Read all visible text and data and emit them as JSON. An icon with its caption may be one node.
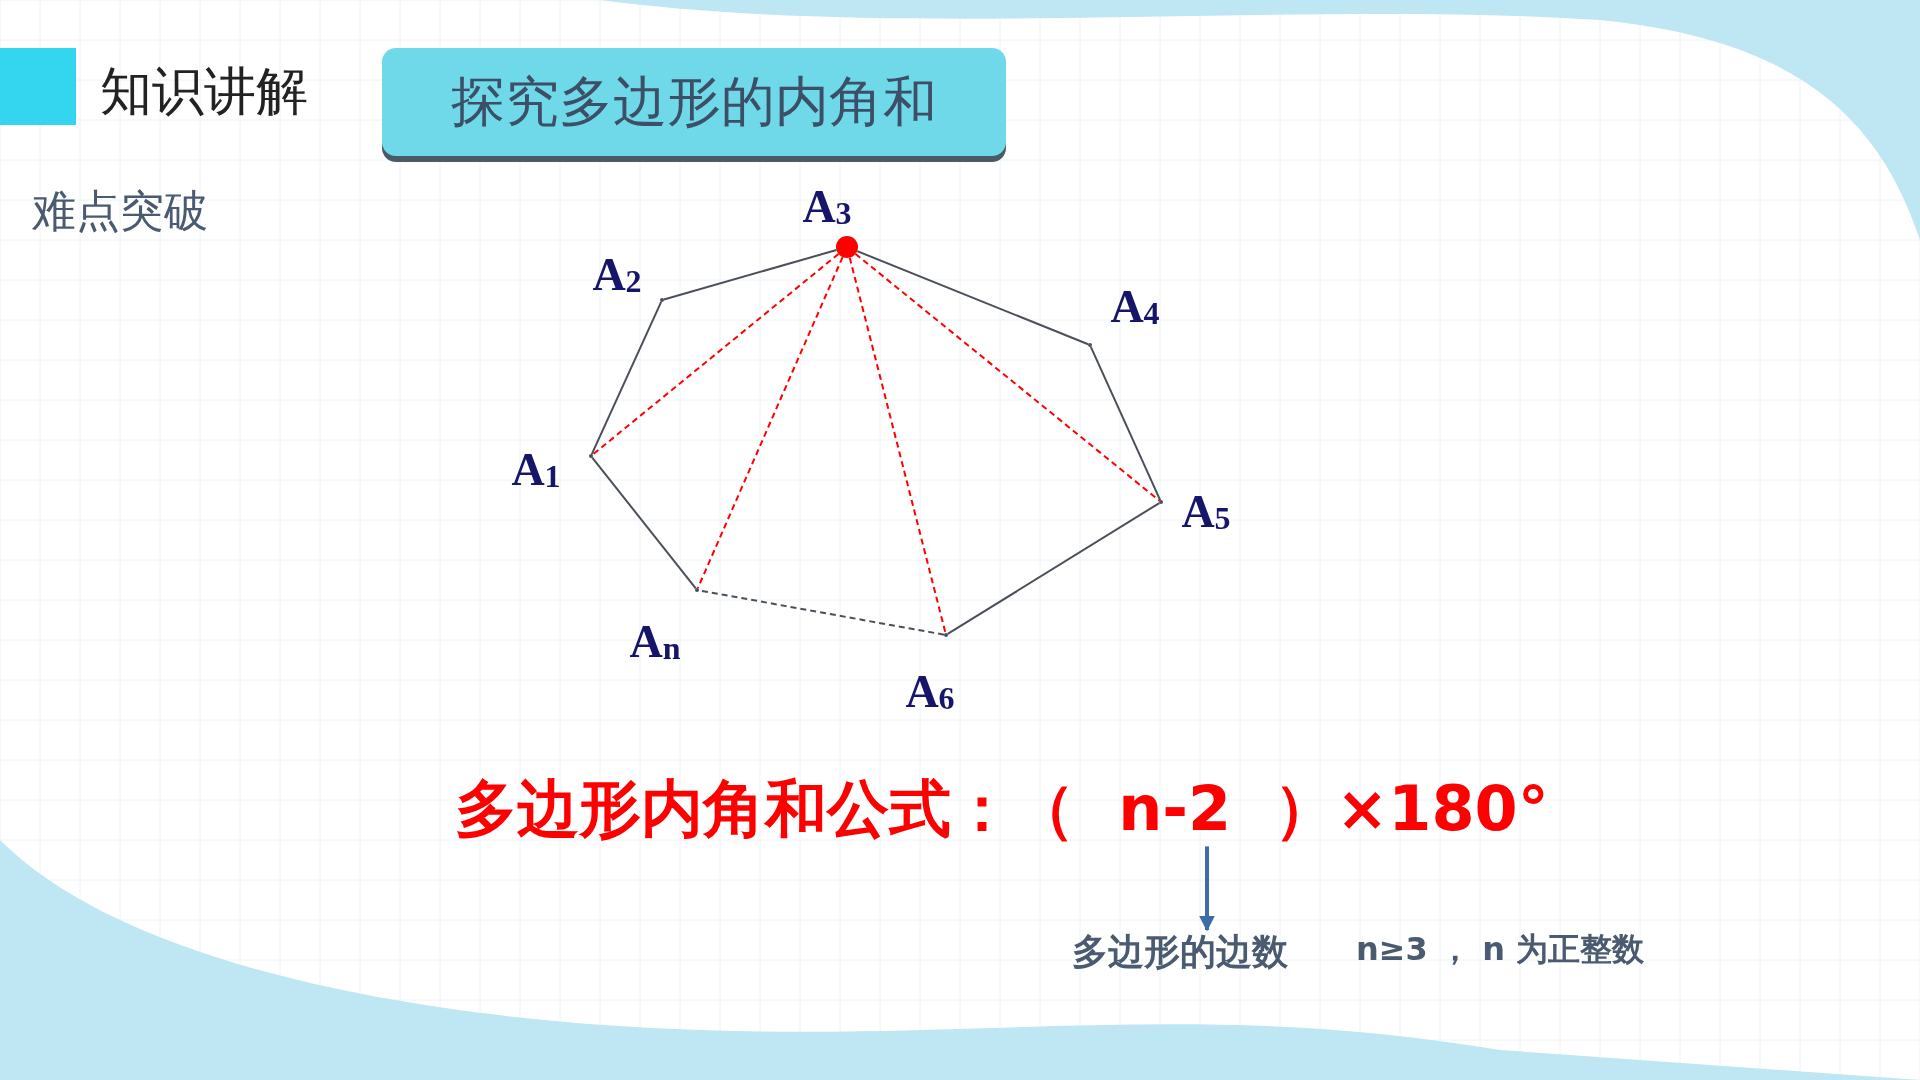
{
  "diagram": {
    "title": "探究多边形的内角和",
    "nodes": [
      {
        "text": [],
        "shape": "point",
        "beside": [
          "A$_{1}$"
        ]
      },
      {
        "text": [],
        "shape": "point",
        "beside": [
          "A$_{2}$"
        ]
      },
      {
        "text": [],
        "shape": "circle",
        "beside": [
          "A$_{3}$"
        ]
      },
      {
        "text": [],
        "shape": "point",
        "beside": [
          "A$_{4}$"
        ]
      },
      {
        "text": [],
        "shape": "point",
        "beside": [
          "A$_{5}$"
        ]
      },
      {
        "text": [],
        "shape": "point",
        "beside": [
          "A$_{6}$"
        ]
      },
      {
        "text": [],
        "shape": "point",
        "beside": [
          "A$_{n}$"
        ]
      },
      {
        "text": [
          "多边形内角和公式：（  n-2  ）×180°"
        ]
      },
      {
        "text": [
          "多边形的边数"
        ]
      },
      {
        "text": [],
        "shape": "box"
      }
    ],
    "edges": [
      {
        "from": 0,
        "to": 1,
        "arrow": "none"
      },
      {
        "from": 1,
        "to": 2,
        "arrow": "none"
      },
      {
        "from": 2,
        "to": 3,
        "arrow": "none"
      },
      {
        "from": 3,
        "to": 4,
        "arrow": "none"
      },
      {
        "from": 4,
        "to": 5,
        "arrow": "none"
      },
      {
        "from": 5,
        "to": 6,
        "arrow": "none",
        "style": "dashed"
      },
      {
        "from": 6,
        "to": 0,
        "arrow": "none"
      },
      {
        "from": 2,
        "to": 0,
        "arrow": "none",
        "style": "dashed",
        "color": "#ff0000"
      },
      {
        "from": 2,
        "to": 6,
        "arrow": "none",
        "style": "dashed",
        "color": "#ff0000"
      },
      {
        "from": 2,
        "to": 5,
        "arrow": "none",
        "style": "dashed",
        "color": "#ff0000"
      },
      {
        "from": 2,
        "to": 4,
        "arrow": "none",
        "style": "dashed",
        "color": "#ff0000"
      },
      {
        "from": 7,
        "to": 8,
        "arrow": "to",
        "color": "#3b6ea8"
      }
    ],
    "labels": [
      "知识讲解",
      "难点突破",
      "n≥3 ， n 为正整数"
    ]
  }
}
